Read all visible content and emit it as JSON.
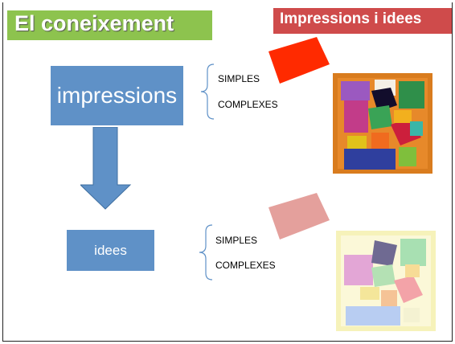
{
  "slide": {
    "title": "El coneixement",
    "subtitle": "Impressions i idees"
  },
  "impressions": {
    "label": "impressions",
    "options": [
      "SIMPLES",
      "COMPLEXES"
    ]
  },
  "idees": {
    "label": "idees",
    "options": [
      "SIMPLES",
      "COMPLEXES"
    ]
  },
  "colors": {
    "title_bg": "#8dc34e",
    "subtitle_bg": "#cf4b4b",
    "box_blue": "#5f91c7",
    "swatch_vivid": "#ff2a00",
    "swatch_faded": "#e4a09c"
  }
}
